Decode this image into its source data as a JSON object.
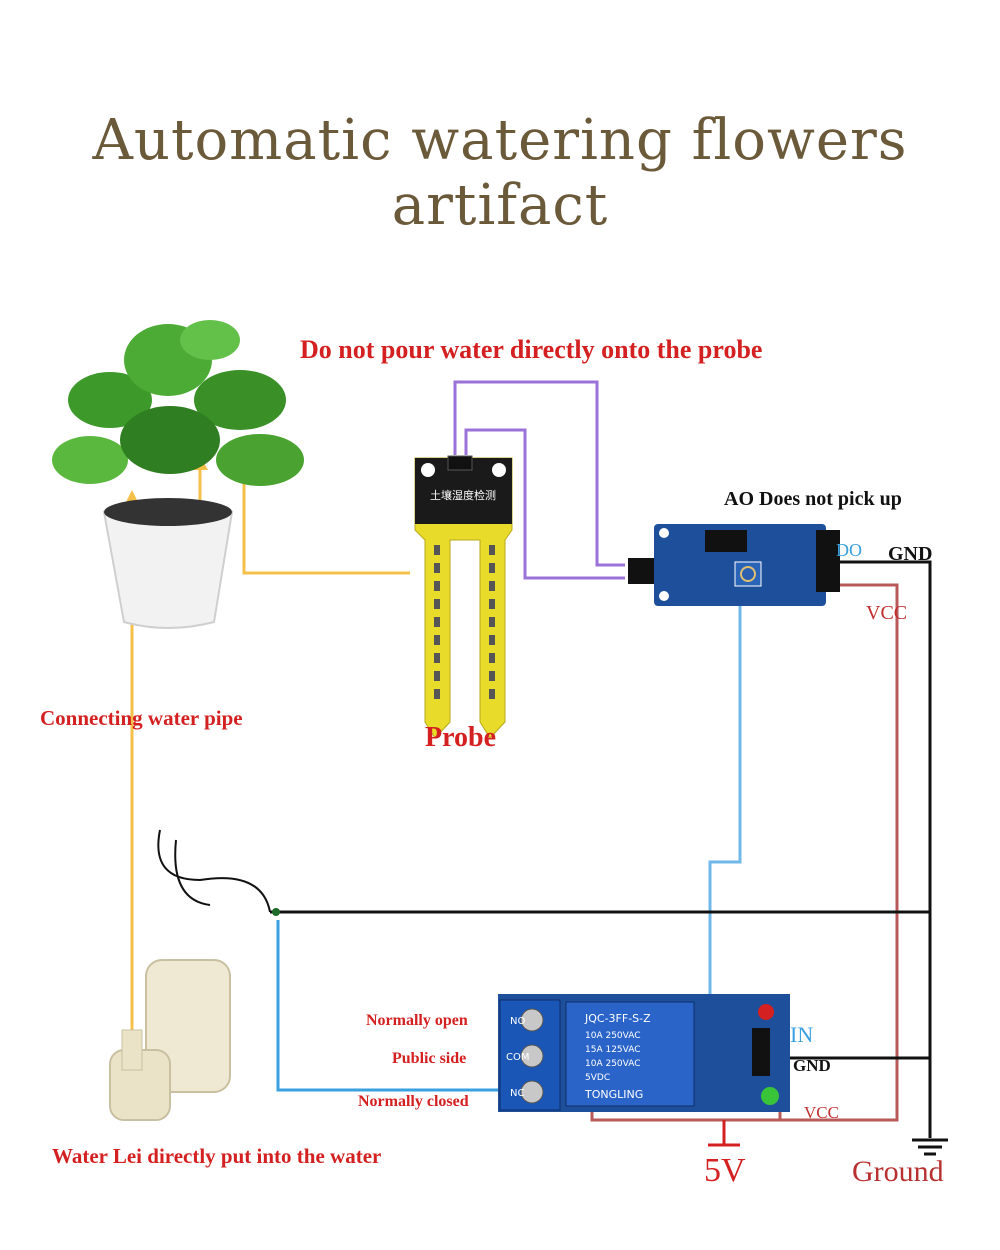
{
  "title": "Automatic watering flowers artifact",
  "labels": {
    "warning": "Do not pour water directly onto the probe",
    "ao_note": "AO Does not pick up",
    "do": "DO",
    "gnd_sensor": "GND",
    "vcc_sensor": "VCC",
    "pipe": "Connecting water pipe",
    "probe": "Probe",
    "normally_open": "Normally open",
    "public_side": "Public side",
    "normally_closed": "Normally closed",
    "in": "IN",
    "gnd_relay": "GND",
    "vcc_relay": "VCC",
    "pump": "Water Lei directly put into the water",
    "five_v": "5V",
    "ground": "Ground"
  },
  "probe_board_text": "土壤湿度检测",
  "relay_text": {
    "model": "JQC-3FF-S-Z",
    "brand": "TONGLING",
    "spec1": "10A 250VAC",
    "spec2": "15A 125VAC",
    "spec3": "10A 250VAC",
    "spec4": "5VDC",
    "terminals": [
      "NO",
      "COM",
      "NC"
    ]
  },
  "colors": {
    "title": "#6b5a3a",
    "label_red": "#d42020",
    "wire_yellow": "#f4c04a",
    "wire_purple": "#9a72d8",
    "wire_blue": "#6fb8e8",
    "wire_red": "#b85a5a",
    "wire_black": "#111111",
    "board_blue": "#1d4f9a"
  }
}
